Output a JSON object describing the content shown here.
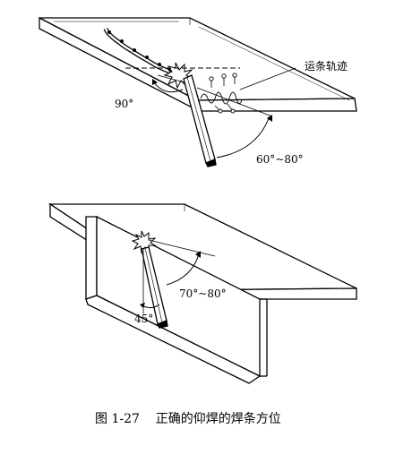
{
  "figure": {
    "caption": "图 1-27    正确的仰焊的焊条方位"
  },
  "top_diagram": {
    "angle_electrode": "90°",
    "angle_travel": "60°~80°",
    "motion_label": "运条轨迹"
  },
  "bottom_diagram": {
    "angle_travel": "70°~80°",
    "angle_side": "45°"
  }
}
